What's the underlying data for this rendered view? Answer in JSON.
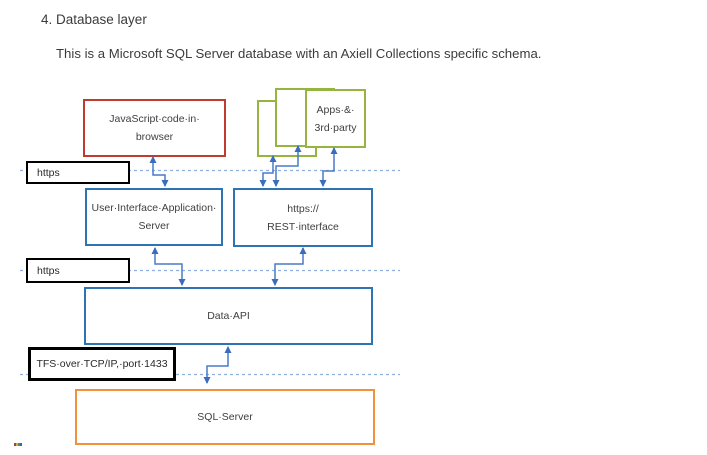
{
  "page": {
    "heading": "4. Database layer",
    "description": "This is a Microsoft SQL Server database with an Axiell Collections specific schema."
  },
  "diagram": {
    "nodes": {
      "javascript_browser": {
        "lines": [
          "JavaScript·code·in·",
          "browser"
        ]
      },
      "apps_3rd_party": {
        "lines": [
          "Apps·&·",
          "3rd·party"
        ]
      },
      "ui_app_server": {
        "lines": [
          "User·Interface·Application·",
          "Server"
        ]
      },
      "rest_interface": {
        "lines": [
          "https://",
          "REST·interface"
        ]
      },
      "data_api": {
        "label": "Data·API"
      },
      "sql_server": {
        "label": "SQL·Server"
      }
    },
    "protocol_labels": {
      "https_top": "https",
      "https_middle": "https",
      "tfs": "TFS·over·TCP/IP,·port·1433"
    },
    "colors": {
      "browser_box_border": "#bf3b2f",
      "apps_box_border": "#95b440",
      "server_box_border": "#2e74b5",
      "database_box_border": "#f0923c",
      "label_box_border": "#000000",
      "connector_blue": "#4a7cc7",
      "dashed_line_blue": "#8fb0de",
      "text": "#404040"
    }
  }
}
